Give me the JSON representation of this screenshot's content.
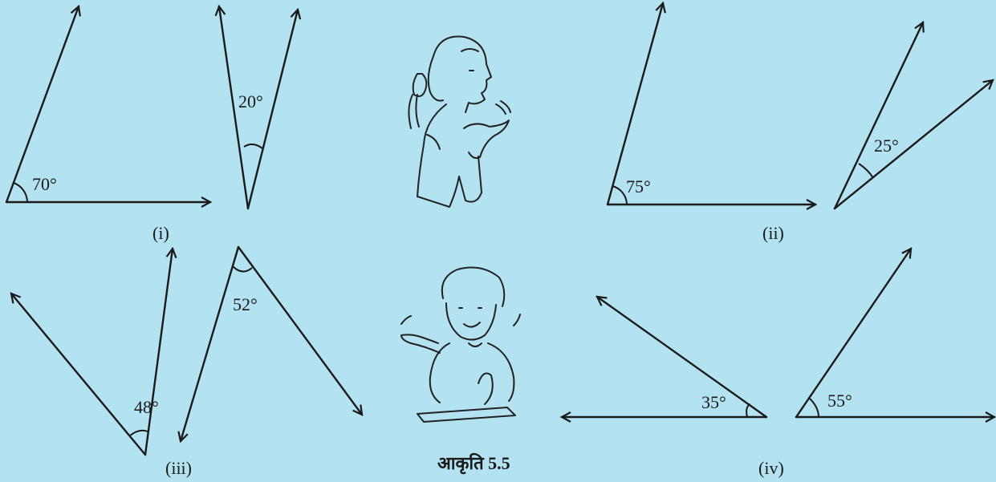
{
  "figure": {
    "caption": "आकृति 5.5",
    "background": "#b3e3f0",
    "pairs": [
      {
        "label": "(i)",
        "angles": [
          {
            "value": "70°"
          },
          {
            "value": "20°"
          }
        ]
      },
      {
        "label": "(ii)",
        "angles": [
          {
            "value": "75°"
          },
          {
            "value": "25°"
          }
        ]
      },
      {
        "label": "(iii)",
        "angles": [
          {
            "value": "48°"
          },
          {
            "value": "52°"
          }
        ]
      },
      {
        "label": "(iv)",
        "angles": [
          {
            "value": "35°"
          },
          {
            "value": "55°"
          }
        ]
      }
    ],
    "illustrations": [
      "girl-pointing",
      "boy-pointing"
    ]
  }
}
